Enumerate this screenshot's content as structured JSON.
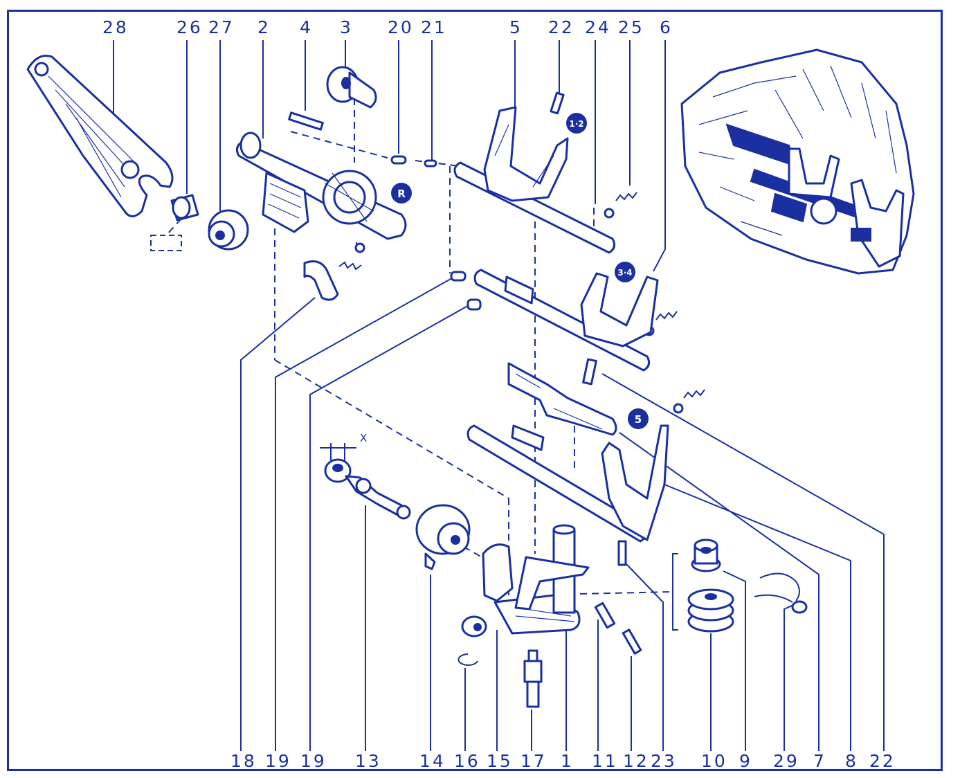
{
  "top_labels": [
    "28",
    "26",
    "27",
    "2",
    "4",
    "3",
    "20",
    "21",
    "5",
    "22",
    "24",
    "25",
    "6"
  ],
  "bottom_labels": [
    "18",
    "19",
    "19",
    "13",
    "14",
    "16",
    "15",
    "17",
    "1",
    "11",
    "12",
    "23",
    "10",
    "9",
    "29",
    "7",
    "8",
    "22"
  ],
  "badges": [
    {
      "id": "r",
      "text": "R"
    },
    {
      "id": "12",
      "text": "1·2"
    },
    {
      "id": "34",
      "text": "3·4"
    },
    {
      "id": "5",
      "text": "5"
    }
  ],
  "dimension_label": "X",
  "colors": {
    "ink": "#1a2fa0",
    "paper": "#ffffff"
  }
}
